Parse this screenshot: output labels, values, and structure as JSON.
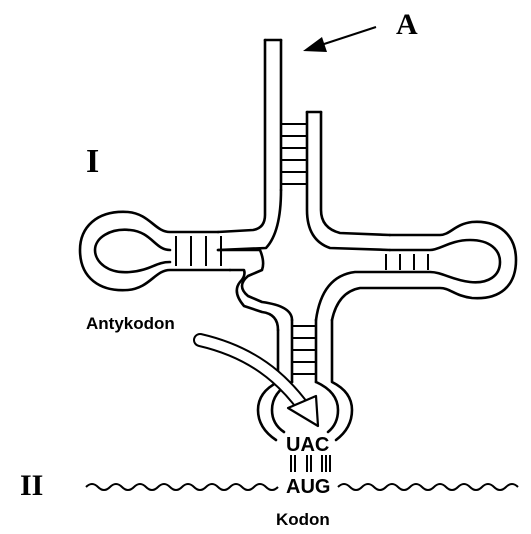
{
  "labels": {
    "a": "A",
    "roman_1": "I",
    "roman_2": "II",
    "anticodon": "Antykodon",
    "anticodon_bases": "UAC",
    "codon_bases": "AUG",
    "codon": "Kodon"
  }
}
